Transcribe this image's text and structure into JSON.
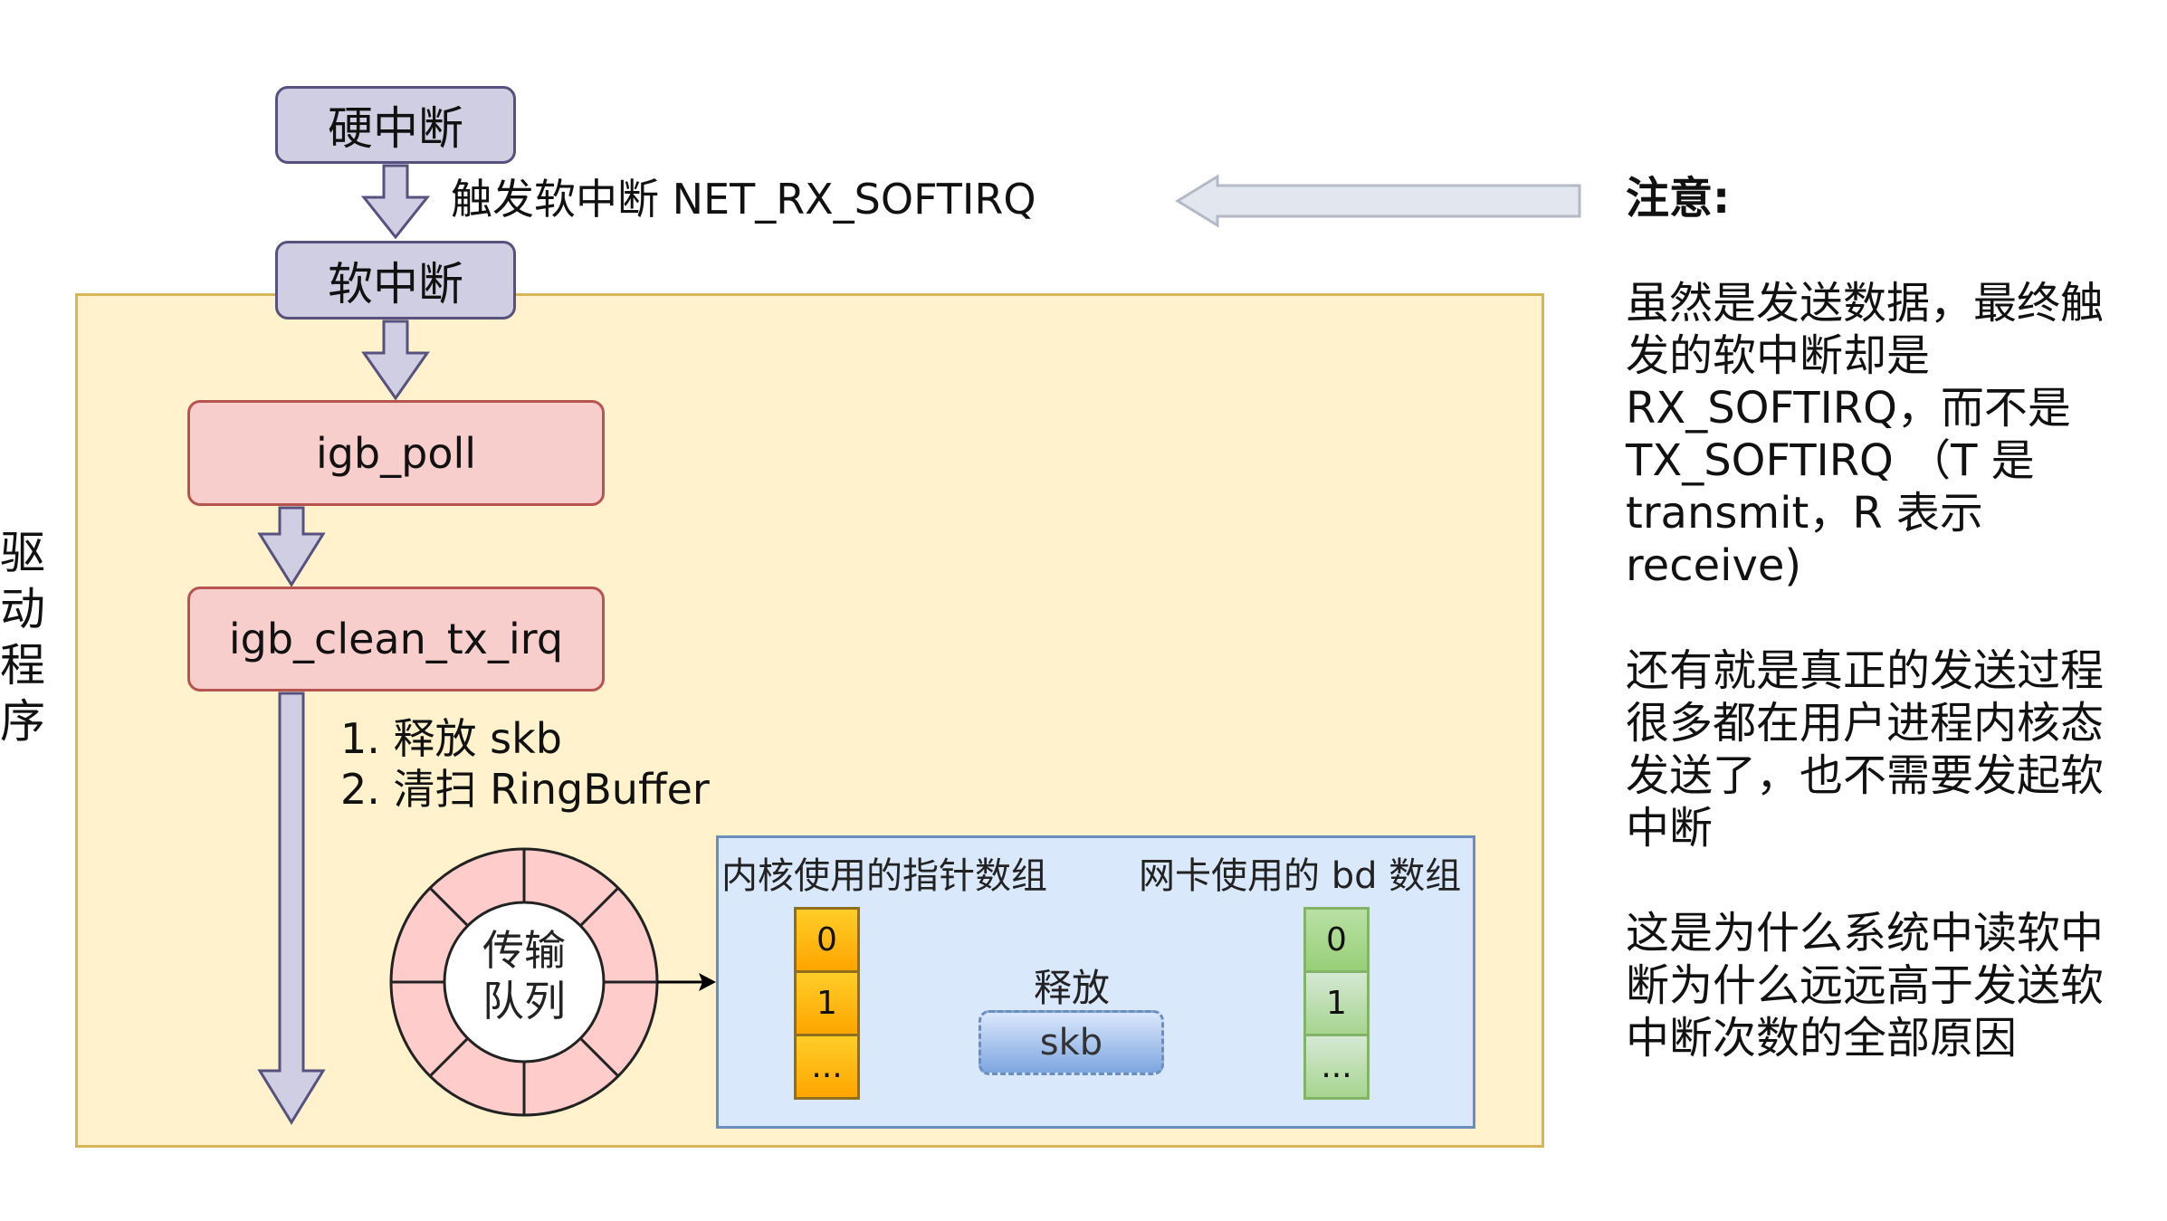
{
  "flow": {
    "hard_irq": "硬中断",
    "trigger_label": "触发软中断 NET_RX_SOFTIRQ",
    "soft_irq": "软中断",
    "igb_poll": "igb_poll",
    "igb_clean_tx_irq": "igb_clean_tx_irq",
    "steps": [
      "1. 释放 skb",
      "2. 清扫 RingBuffer"
    ]
  },
  "driver_label": [
    "驱",
    "动",
    "程",
    "序"
  ],
  "ring": {
    "label_lines": [
      "传输",
      "队列"
    ],
    "segments": 8
  },
  "ring_buffer_panel": {
    "kernel_array_title": "内核使用的指针数组",
    "nic_array_title": "网卡使用的 bd 数组",
    "kernel_cells": [
      "0",
      "1",
      "..."
    ],
    "nic_cells": [
      "0",
      "1",
      "..."
    ],
    "release_label": "释放",
    "skb_label": "skb"
  },
  "notes": {
    "title": "注意:",
    "paragraphs": [
      [
        "虽然是发送数据，最终触",
        "发的软中断却是",
        "RX_SOFTIRQ，而不是",
        "TX_SOFTIRQ （T 是",
        "transmit，R 表示 receive)"
      ],
      [
        "还有就是真正的发送过程",
        "很多都在用户进程内核态",
        "发送了，也不需要发起软",
        "中断"
      ],
      [
        "这是为什么系统中读软中",
        "断为什么远远高于发送软",
        "中断次数的全部原因"
      ]
    ]
  },
  "colors": {
    "purple_fill": "#d0cee2",
    "purple_stroke": "#56517e",
    "pink_fill": "#f8cecc",
    "pink_stroke": "#b85450",
    "yellow_fill": "#fff2cc",
    "yellow_stroke": "#d6b656",
    "blue_fill": "#dae8fc",
    "blue_stroke": "#6c8ebf",
    "ring_fill": "#ffcccc"
  }
}
